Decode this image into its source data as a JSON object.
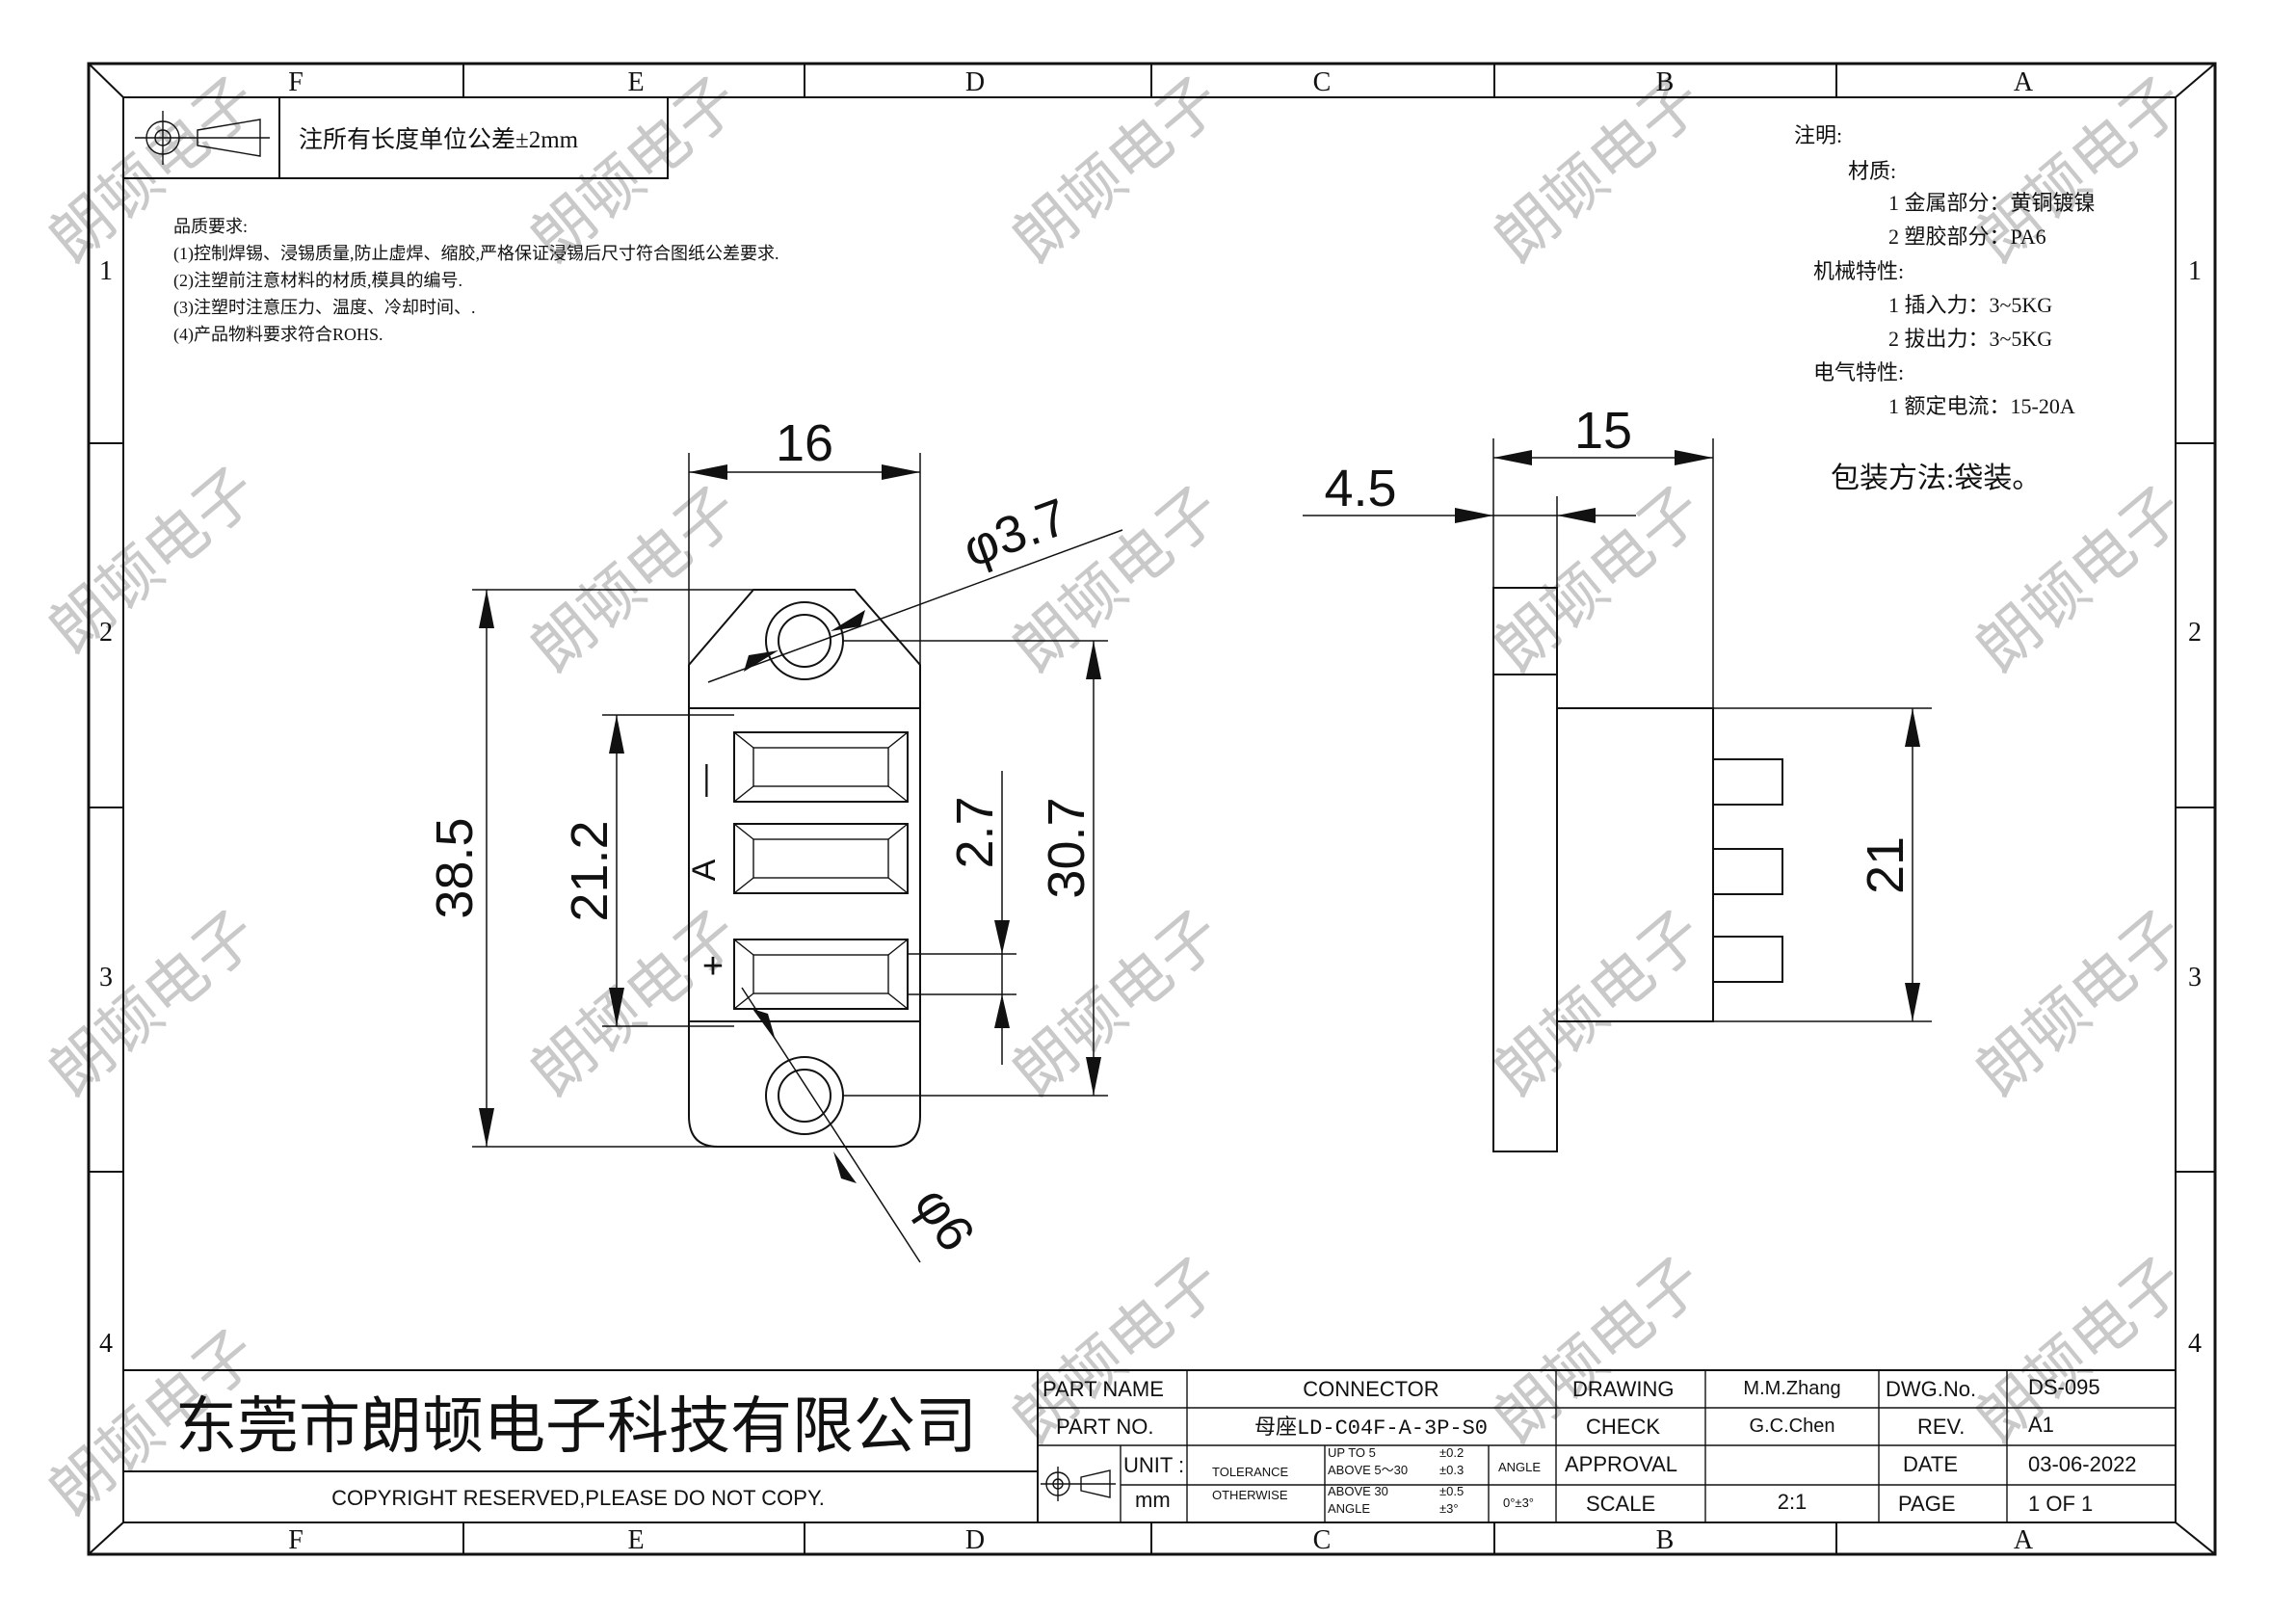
{
  "zones": {
    "columns": [
      "F",
      "E",
      "D",
      "C",
      "B",
      "A"
    ],
    "rows": [
      "1",
      "2",
      "3",
      "4"
    ]
  },
  "header_note": "注所有长度单位公差±2mm",
  "quality": {
    "title": "品质要求:",
    "items": [
      "(1)控制焊锡、浸锡质量,防止虚焊、缩胶,严格保证浸锡后尺寸符合图纸公差要求.",
      "(2)注塑前注意材料的材质,模具的编号.",
      "(3)注塑时注意压力、温度、冷却时间、.",
      "(4)产品物料要求符合ROHS."
    ]
  },
  "notes": {
    "title": "注明:",
    "material_title": "材质:",
    "material": [
      "1 金属部分：黄铜镀镍",
      "2 塑胶部分：PA6"
    ],
    "mechanical_title": "机械特性:",
    "mechanical": [
      "1 插入力：3~5KG",
      "2 拔出力：3~5KG"
    ],
    "electrical_title": "电气特性:",
    "electrical": [
      "1 额定电流：15-20A"
    ],
    "packaging": "包装方法:袋装。"
  },
  "front_view": {
    "dim_width": "16",
    "dim_hole": "φ3.7",
    "dim_height": "38.5",
    "dim_slots": "21.2",
    "dim_pitch": "2.7",
    "dim_holes": "30.7",
    "dim_boss": "φ6",
    "polarity": [
      "—",
      "A",
      "+"
    ]
  },
  "side_view": {
    "dim_total": "15",
    "dim_flange": "4.5",
    "dim_pins": "21"
  },
  "watermark": "朗顿电子",
  "title_block": {
    "company": "东莞市朗顿电子科技有限公司",
    "copyright": "COPYRIGHT RESERVED,PLEASE DO NOT COPY.",
    "part_name_label": "PART NAME",
    "part_name": "CONNECTOR",
    "part_no_label": "PART NO.",
    "part_no": "母座LD-C04F-A-3P-S0",
    "unit_label": "UNIT :",
    "unit": "mm",
    "tolerance_label": "TOLERANCE",
    "otherwise_label": "OTHERWISE",
    "tol_rows": [
      {
        "range": "UP TO 5",
        "value": "±0.2"
      },
      {
        "range": "ABOVE 5～30",
        "value": "±0.3"
      },
      {
        "range": "ABOVE 30",
        "value": "±0.5"
      },
      {
        "range": "ANGLE",
        "value": "±3°"
      }
    ],
    "angle_label": "ANGLE",
    "angle_value": "0°±3°",
    "drawing_label": "DRAWING",
    "drawing": "M.M.Zhang",
    "check_label": "CHECK",
    "check": "G.C.Chen",
    "approval_label": "APPROVAL",
    "approval": "",
    "scale_label": "SCALE",
    "scale": "2:1",
    "dwg_no_label": "DWG.No.",
    "dwg_no": "DS-095",
    "rev_label": "REV.",
    "rev": "A1",
    "date_label": "DATE",
    "date": "03-06-2022",
    "page_label": "PAGE",
    "page": "1 OF 1"
  }
}
